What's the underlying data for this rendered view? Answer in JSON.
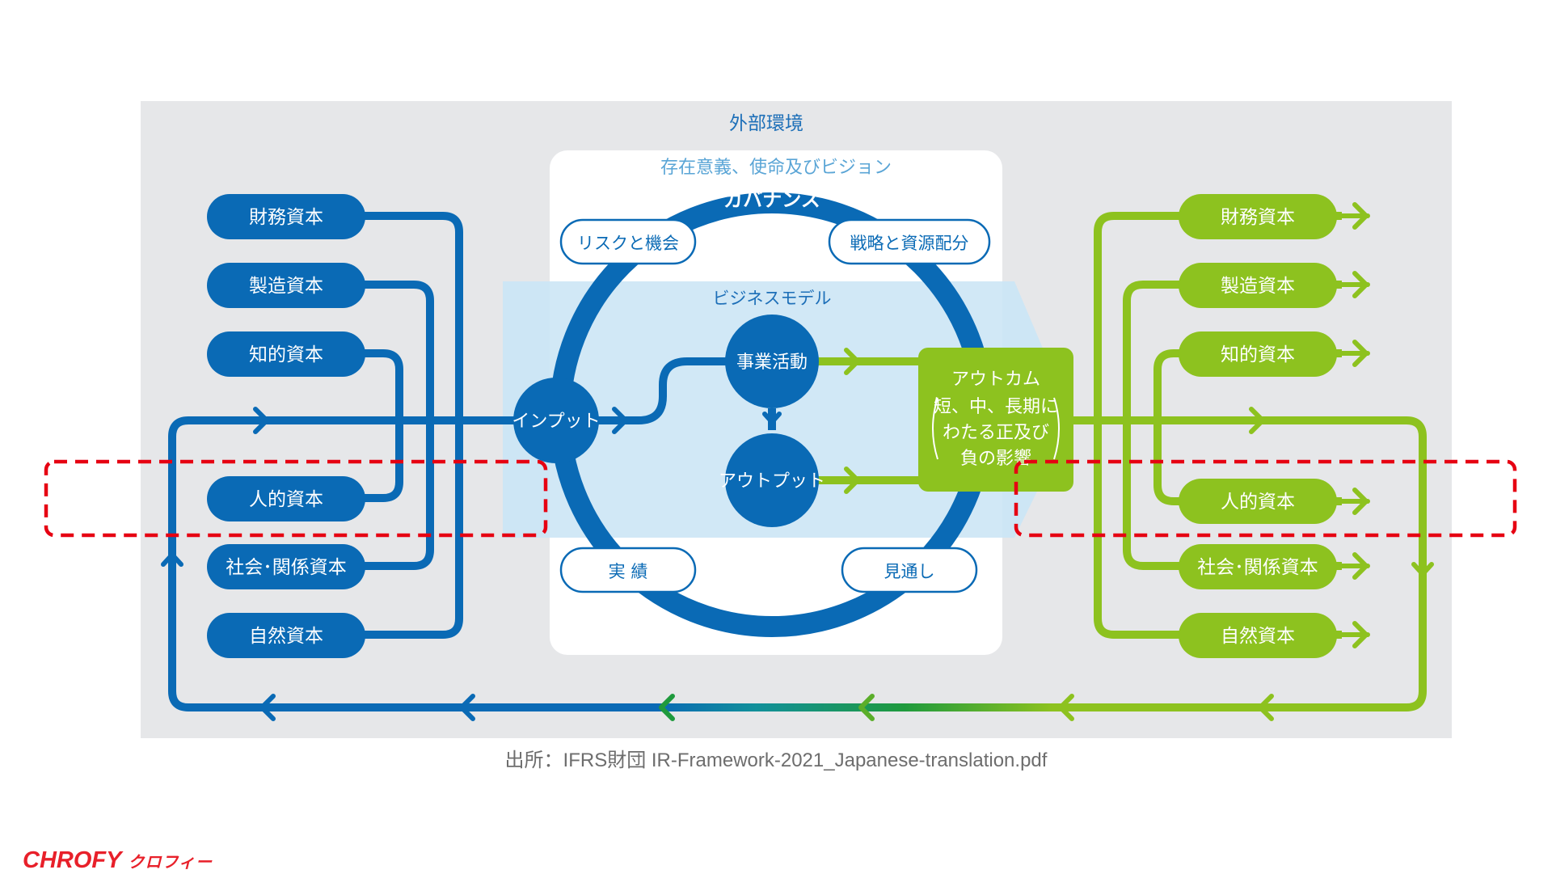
{
  "diagram": {
    "external_environment": "外部環境",
    "purpose_vision": "存在意義、使命及びビジョン",
    "governance": "ガバナンス",
    "risks_opportunities": "リスクと機会",
    "strategy_allocation": "戦略と資源配分",
    "business_model": "ビジネスモデル",
    "business_activities": "事業活動",
    "inputs": "インプット",
    "outputs": "アウトプット",
    "outcomes": [
      "アウトカム",
      "短、中、長期に",
      "わたる正及び",
      "負の影響"
    ],
    "performance": "実 績",
    "outlook": "見通し",
    "input_capitals": [
      "財務資本",
      "製造資本",
      "知的資本",
      "人的資本",
      "社会･関係資本",
      "自然資本"
    ],
    "output_capitals": [
      "財務資本",
      "製造資本",
      "知的資本",
      "人的資本",
      "社会･関係資本",
      "自然資本"
    ]
  },
  "source": "出所：IFRS財団 IR-Framework-2021_Japanese-translation.pdf",
  "logo": {
    "text": "CHROFY",
    "kana": "クロフィー"
  },
  "colors": {
    "blue": "#0a6ab5",
    "green": "#8dc21f",
    "light_blue": "#cde6f5",
    "gray_bg": "#e6e7e9",
    "highlight": "#e60012"
  }
}
